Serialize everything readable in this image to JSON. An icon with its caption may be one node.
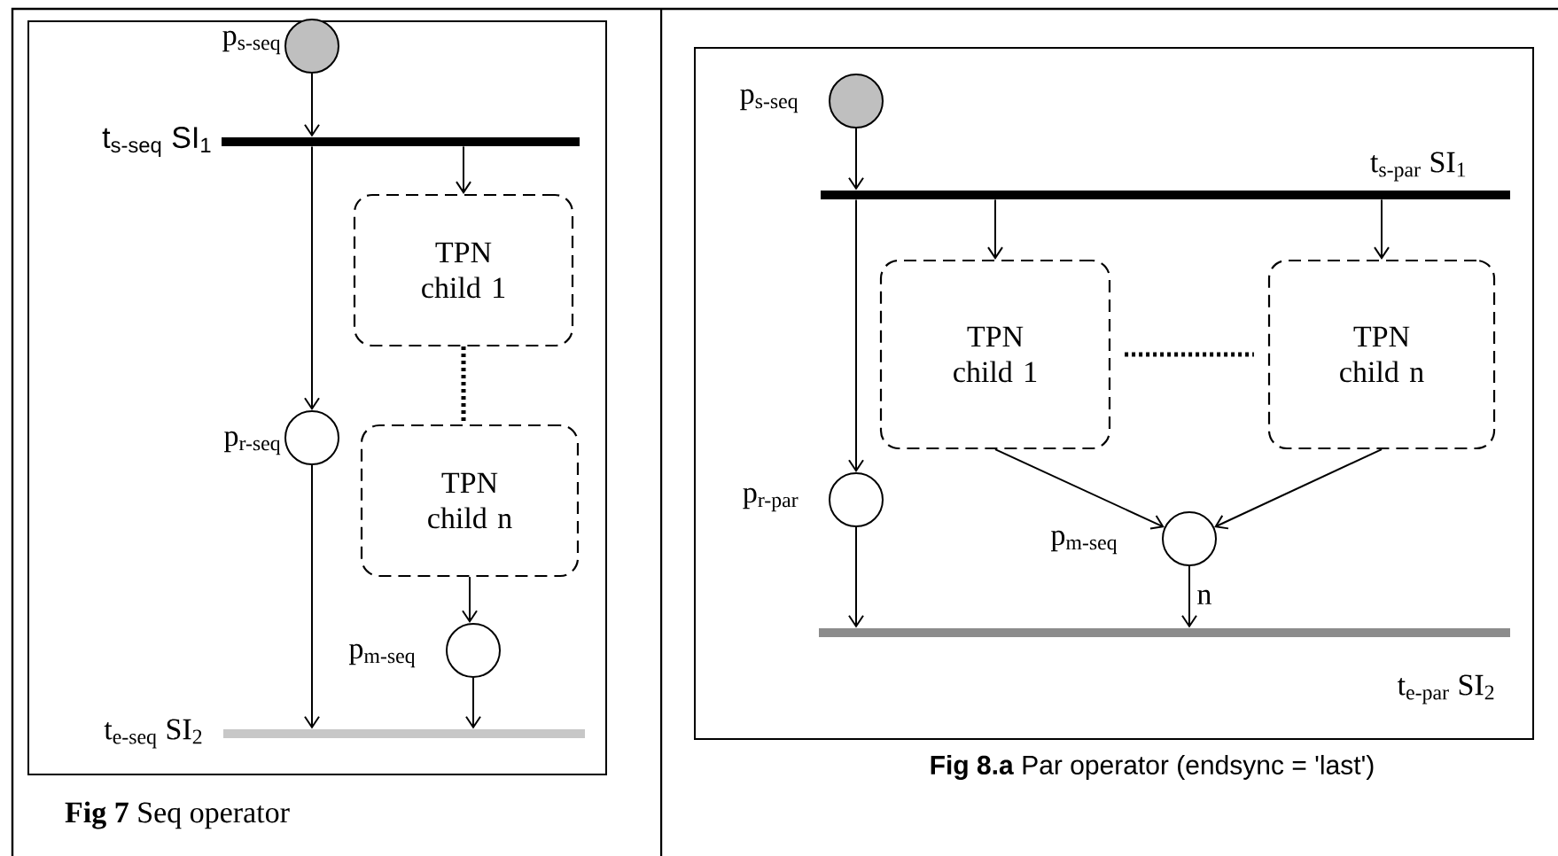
{
  "diagram": {
    "nodes": [
      {
        "text": [],
        "shape": "circle",
        "beside": [
          "p$_{s-seq}$"
        ]
      },
      {
        "text": [],
        "shape": "bar",
        "beside": [
          "t$_{s-seq}$ SI$_{1}$"
        ]
      },
      {
        "text": [
          "TPN child 1"
        ]
      },
      {
        "text": [],
        "shape": "circle",
        "beside": [
          "p$_{r-seq}$"
        ]
      },
      {
        "text": [
          "TPN child n"
        ]
      },
      {
        "text": [],
        "shape": "circle",
        "beside": [
          "p$_{m-seq}$"
        ]
      },
      {
        "text": [],
        "shape": "bar",
        "beside": [
          "t$_{e-seq}$ SI$_{2}$"
        ]
      },
      {
        "text": [],
        "shape": "circle",
        "beside": [
          "p$_{s-seq}$"
        ]
      },
      {
        "text": [],
        "shape": "bar",
        "beside": [
          "t$_{s-par}$ SI$_{1}$"
        ]
      },
      {
        "text": [
          "TPN child 1"
        ]
      },
      {
        "text": [
          "TPN child n"
        ]
      },
      {
        "text": [],
        "shape": "circle",
        "beside": [
          "p$_{r-par}$"
        ]
      },
      {
        "text": [],
        "shape": "circle",
        "beside": [
          "p$_{m-seq}$"
        ]
      },
      {
        "text": [],
        "shape": "bar",
        "beside": [
          "t$_{e-par}$ SI$_{2}$"
        ]
      }
    ],
    "edges": [
      {
        "from": 0,
        "to": 1,
        "arrow": "to"
      },
      {
        "from": 1,
        "to": 2,
        "arrow": "to"
      },
      {
        "from": 1,
        "to": 3,
        "arrow": "to"
      },
      {
        "from": 2,
        "to": 4,
        "arrow": "none",
        "style": "dashed"
      },
      {
        "from": 4,
        "to": 5,
        "arrow": "to"
      },
      {
        "from": 3,
        "to": 6,
        "arrow": "to"
      },
      {
        "from": 5,
        "to": 6,
        "arrow": "to"
      },
      {
        "from": 7,
        "to": 8,
        "arrow": "to"
      },
      {
        "from": 8,
        "to": 9,
        "arrow": "to"
      },
      {
        "from": 8,
        "to": 10,
        "arrow": "to"
      },
      {
        "from": 8,
        "to": 11,
        "arrow": "to"
      },
      {
        "from": 9,
        "to": 10,
        "arrow": "none",
        "style": "dashed"
      },
      {
        "from": 9,
        "to": 12,
        "arrow": "to"
      },
      {
        "from": 10,
        "to": 12,
        "arrow": "to"
      },
      {
        "from": 11,
        "to": 13,
        "arrow": "to"
      },
      {
        "from": 12,
        "to": 13,
        "arrow": "to",
        "label": "n"
      }
    ],
    "labels": [
      "**Fig 7** Seq operator",
      "**Fig 8.a** Par operator (endsync = 'last')"
    ]
  }
}
